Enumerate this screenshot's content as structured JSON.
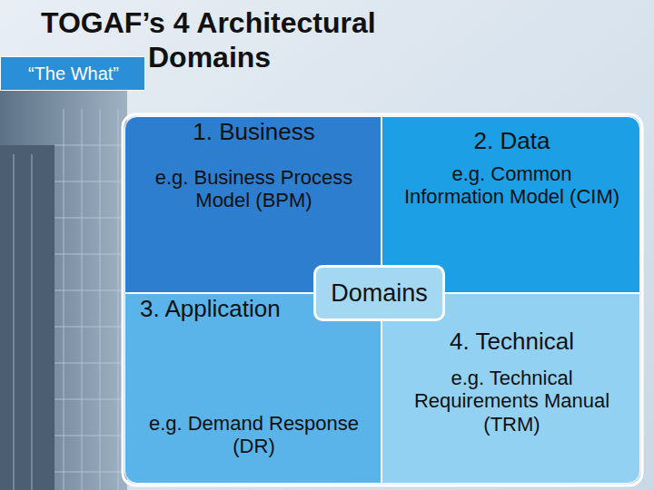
{
  "diagram": {
    "title": "TOGAF’s 4 Architectural Domains",
    "nodes": [
      {
        "text": [
          "“The What”"
        ]
      },
      {
        "text": [
          "1. Business",
          "e.g. Business Process Model (BPM)"
        ]
      },
      {
        "text": [
          "2. Data",
          "e.g. Common Information Model (CIM)"
        ]
      },
      {
        "text": [
          "3. Application",
          "e.g. Demand Response (DR)"
        ]
      },
      {
        "text": [
          "4. Technical",
          "e.g. Technical Requirements Manual (TRM)"
        ]
      },
      {
        "text": [
          "Domains"
        ]
      }
    ]
  }
}
